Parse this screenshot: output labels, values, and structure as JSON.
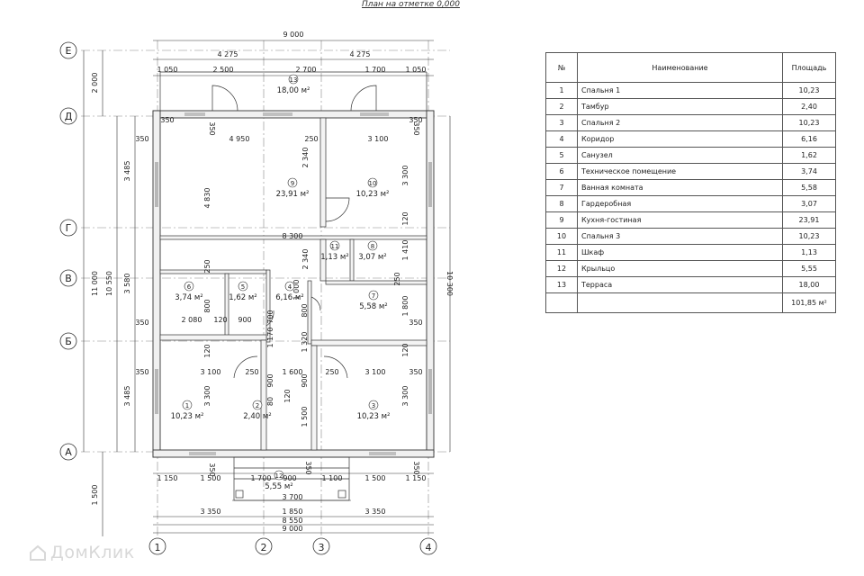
{
  "title": "План на отметке 0,000",
  "axes": {
    "horizontal": [
      "Е",
      "Д",
      "Г",
      "В",
      "Б",
      "А"
    ],
    "vertical": [
      "1",
      "2",
      "3",
      "4"
    ]
  },
  "dimensions": {
    "top_total": "9 000",
    "top_halves": [
      "4 275",
      "4 275"
    ],
    "top_openings": [
      "1 050",
      "2 500",
      "2 700",
      "1 700",
      "1 050"
    ],
    "left_e_d": "2 000",
    "left_chain": [
      "3 485",
      "3 580",
      "3 485"
    ],
    "left_total_a": "10 550",
    "left_total_b": "11 000",
    "left_bottom": "1 500",
    "right_total": "10 300",
    "bottom_chain": [
      "3 350",
      "1 850",
      "3 350"
    ],
    "bottom_total_inner": "8 550",
    "bottom_total": "9 000",
    "porch_row": [
      "1 150",
      "1 500",
      "1 700",
      "900",
      "1 100",
      "1 500",
      "1 150"
    ],
    "porch_width": "3 700",
    "interior": [
      "350",
      "4 950",
      "250",
      "3 100",
      "350",
      "4 830",
      "8 300",
      "2 340",
      "2 340",
      "3 300",
      "120",
      "1 410",
      "250",
      "250",
      "800",
      "2 080",
      "120",
      "900",
      "700",
      "1 000",
      "800",
      "1 800",
      "1 170",
      "1 320",
      "120",
      "120",
      "350",
      "3 100",
      "250",
      "1 600",
      "250",
      "3 100",
      "350",
      "3 300",
      "900",
      "900",
      "80",
      "120",
      "1 500",
      "3 300",
      "350",
      "350",
      "350",
      "350",
      "350",
      "350",
      "350",
      "350"
    ]
  },
  "rooms": [
    {
      "num": "1",
      "area": "10,23 м²"
    },
    {
      "num": "2",
      "area": "2,40 м²"
    },
    {
      "num": "3",
      "area": "10,23 м²"
    },
    {
      "num": "4",
      "area": "6,16 м²"
    },
    {
      "num": "5",
      "area": "1,62 м²"
    },
    {
      "num": "6",
      "area": "3,74 м²"
    },
    {
      "num": "7",
      "area": "5,58 м²"
    },
    {
      "num": "8",
      "area": "3,07 м²"
    },
    {
      "num": "9",
      "area": "23,91 м²"
    },
    {
      "num": "10",
      "area": "10,23 м²"
    },
    {
      "num": "11",
      "area": "1,13 м²"
    },
    {
      "num": "12",
      "area": "5,55 м²"
    },
    {
      "num": "13",
      "area": "18,00 м²"
    }
  ],
  "schedule": {
    "headers": [
      "№",
      "Наименование",
      "Площадь"
    ],
    "rows": [
      [
        "1",
        "Спальня 1",
        "10,23"
      ],
      [
        "2",
        "Тамбур",
        "2,40"
      ],
      [
        "3",
        "Спальня 2",
        "10,23"
      ],
      [
        "4",
        "Коридор",
        "6,16"
      ],
      [
        "5",
        "Санузел",
        "1,62"
      ],
      [
        "6",
        "Техническое помещение",
        "3,74"
      ],
      [
        "7",
        "Ванная комната",
        "5,58"
      ],
      [
        "8",
        "Гардеробная",
        "3,07"
      ],
      [
        "9",
        "Кухня-гостиная",
        "23,91"
      ],
      [
        "10",
        "Спальня 3",
        "10,23"
      ],
      [
        "11",
        "Шкаф",
        "1,13"
      ],
      [
        "12",
        "Крыльцо",
        "5,55"
      ],
      [
        "13",
        "Терраса",
        "18,00"
      ]
    ],
    "total": "101,85 м²"
  },
  "watermark": "ДомКлик",
  "colors": {
    "line": "#333333",
    "wall_fill": "#f0f0f0",
    "watermark": "#d8d8d8"
  }
}
